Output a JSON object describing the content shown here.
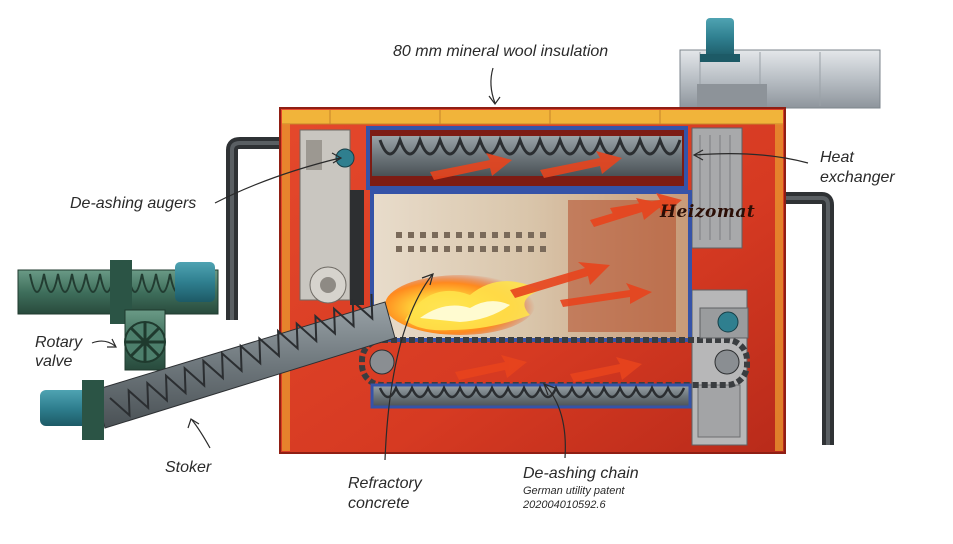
{
  "labels": {
    "insulation": "80 mm mineral wool insulation",
    "heat_exchanger_line1": "Heat",
    "heat_exchanger_line2": "exchanger",
    "de_ashing_augers": "De-ashing augers",
    "rotary_valve_line1": "Rotary",
    "rotary_valve_line2": "valve",
    "stoker": "Stoker",
    "refractory_line1": "Refractory",
    "refractory_line2": "concrete",
    "de_ashing_chain": "De-ashing chain",
    "patent_line1": "German utility patent",
    "patent_line2": "202004010592.6"
  },
  "brand": {
    "logo_text": "Heizomat"
  },
  "colors": {
    "housing": "#d63a22",
    "housing_dark": "#a8251a",
    "insulation": "#f1b43a",
    "blue_frame": "#3553a8",
    "equipment_teal": "#2f7f8f",
    "flame": "#ffb41e"
  }
}
